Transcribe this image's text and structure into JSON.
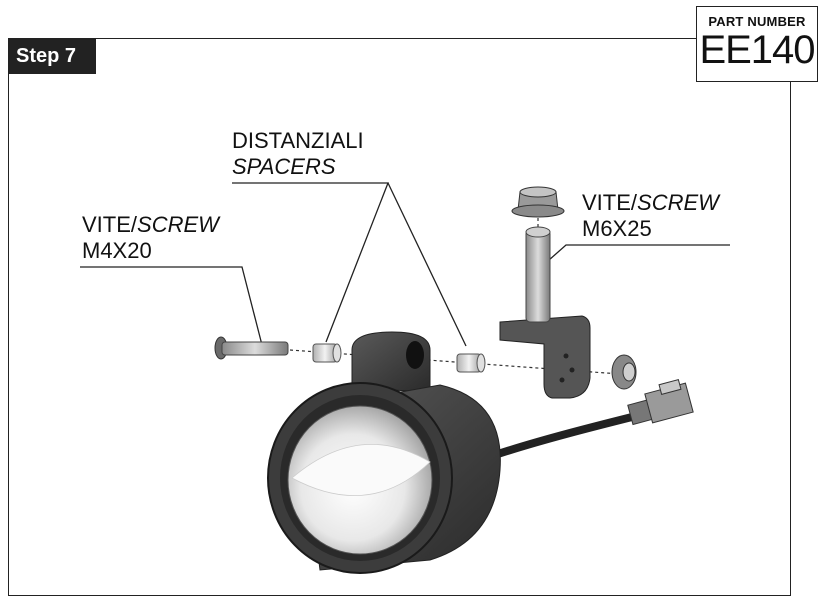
{
  "step": {
    "label": "Step 7"
  },
  "part": {
    "heading": "PART NUMBER",
    "number": "EE140"
  },
  "callouts": {
    "spacers": {
      "line1": "DISTANZIALI",
      "line2": "SPACERS"
    },
    "screw_small": {
      "prefix": "VITE/",
      "italic": "SCREW",
      "size": "M4X20"
    },
    "screw_large": {
      "prefix": "VITE/",
      "italic": "SCREW",
      "size": "M6X25"
    }
  }
}
